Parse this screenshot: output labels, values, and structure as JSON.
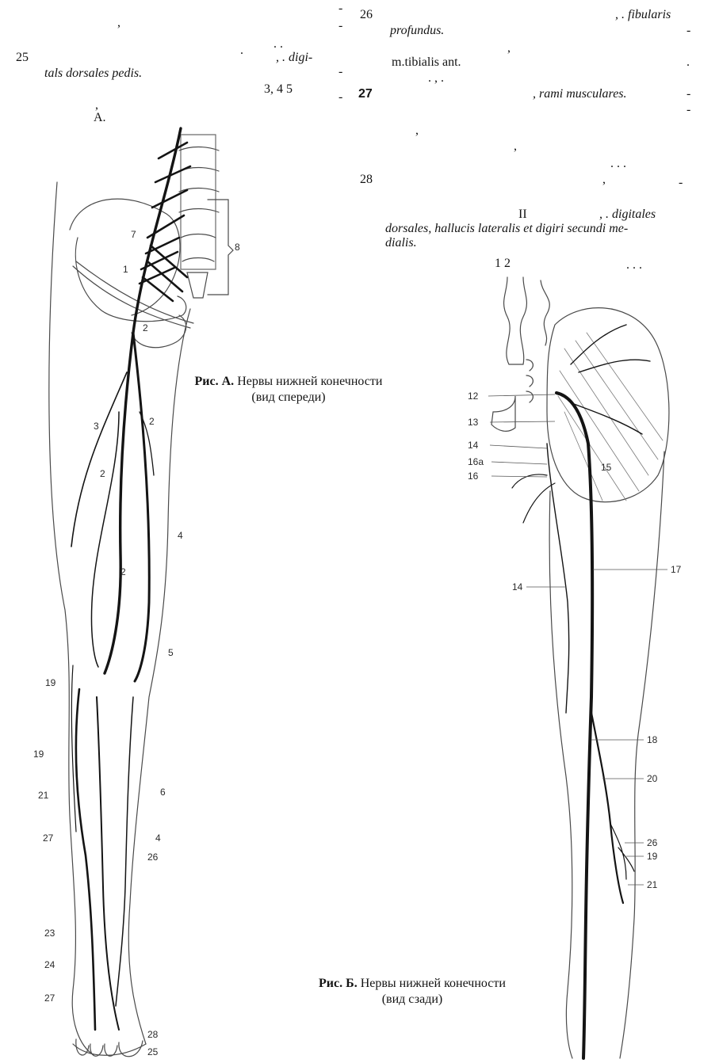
{
  "left_column": {
    "l1": "-",
    "l2": ",",
    "l3": "-",
    "l4": ". .",
    "l5": ".",
    "item25_num": "25",
    "item25_term": ",   . digi-",
    "item25_term2": "tals dorsales pedis.",
    "l6": "-",
    "l7": "3,  4      5",
    "l8": "-",
    "l9": ",",
    "l10": "А."
  },
  "right_column": {
    "item26_num": "26",
    "item26_term": ",   . fibularis",
    "item26_term2": "profundus.",
    "r1": "-",
    "r2": ",",
    "r3": "m.tibialis  ant.",
    "r4": ".",
    "r5": ".   ,    .",
    "item27_num": "27",
    "item27_term": ", rami musculares.",
    "r6": "-",
    "r7": "-",
    "r8": ",",
    "r9": ",",
    "r10": ".     .  .",
    "item28_num": "28",
    "r11": ",",
    "r12": "-",
    "r13": "II",
    "r14": ",   . digitales",
    "r15": "dorsales, hallucis lateralis et digiri secundi me-",
    "r16": "dialis.",
    "r17": "1    2",
    "r18": ".      .   ."
  },
  "figure_a": {
    "caption_bold": "Рис. А.",
    "caption_rest": " Нервы нижней конечности",
    "caption_line2": "(вид спереди)",
    "labels": [
      "7",
      "8",
      "1",
      "2",
      "3",
      "2",
      "2",
      "4",
      "2",
      "5",
      "19",
      "19",
      "6",
      "21",
      "27",
      "4",
      "26",
      "23",
      "24",
      "27",
      "28",
      "25"
    ]
  },
  "figure_b": {
    "caption_bold": "Рис. Б.",
    "caption_rest": " Нервы нижней конечности",
    "caption_line2": "(вид сзади)",
    "labels": [
      "12",
      "13",
      "14",
      "16a",
      "15",
      "16",
      "17",
      "14",
      "18",
      "20",
      "26",
      "19",
      "21"
    ]
  }
}
